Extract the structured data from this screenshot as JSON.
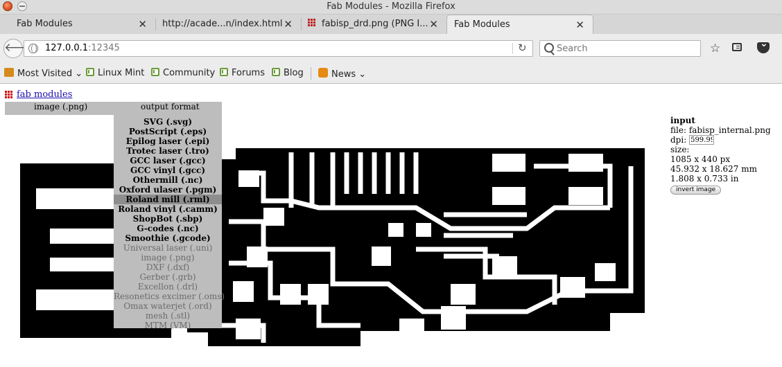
{
  "window": {
    "title": "Fab Modules - Mozilla Firefox"
  },
  "tabs": [
    {
      "label": "Fab Modules"
    },
    {
      "label": "http://acade...n/index.html"
    },
    {
      "label": "fabisp_drd.png (PNG I..."
    },
    {
      "label": "Fab Modules",
      "active": true
    }
  ],
  "navbar": {
    "url_host": "127.0.0.1",
    "url_port": ":12345",
    "search_placeholder": "Search"
  },
  "bookmarks": [
    {
      "label": "Most Visited",
      "icon": "folder-icon",
      "dropdown": true
    },
    {
      "label": "Linux Mint",
      "icon": "mint-icon"
    },
    {
      "label": "Community",
      "icon": "mint-icon"
    },
    {
      "label": "Forums",
      "icon": "mint-icon"
    },
    {
      "label": "Blog",
      "icon": "mint-icon"
    },
    {
      "label": "News",
      "icon": "rss-icon",
      "dropdown": true
    }
  ],
  "page": {
    "link": "fab modules",
    "input_format": "image (.png)",
    "output_format": "output format",
    "formats": [
      {
        "label": "SVG (.svg)",
        "enabled": true
      },
      {
        "label": "PostScript (.eps)",
        "enabled": true
      },
      {
        "label": "Epilog laser (.epi)",
        "enabled": true
      },
      {
        "label": "Trotec laser (.tro)",
        "enabled": true
      },
      {
        "label": "GCC laser (.gcc)",
        "enabled": true
      },
      {
        "label": "GCC vinyl (.gcc)",
        "enabled": true
      },
      {
        "label": "Othermill (.nc)",
        "enabled": true
      },
      {
        "label": "Oxford ulaser (.pgm)",
        "enabled": true
      },
      {
        "label": "Roland mill (.rml)",
        "enabled": true,
        "selected": true
      },
      {
        "label": "Roland vinyl (.camm)",
        "enabled": true
      },
      {
        "label": "ShopBot (.sbp)",
        "enabled": true
      },
      {
        "label": "G-codes (.nc)",
        "enabled": true
      },
      {
        "label": "Smoothie (.gcode)",
        "enabled": true
      },
      {
        "label": "Universal laser (.uni)",
        "enabled": false
      },
      {
        "label": "image (.png)",
        "enabled": false
      },
      {
        "label": "DXF (.dxf)",
        "enabled": false
      },
      {
        "label": "Gerber (.grb)",
        "enabled": false
      },
      {
        "label": "Excellon (.drl)",
        "enabled": false
      },
      {
        "label": "Resonetics excimer (.oms)",
        "enabled": false
      },
      {
        "label": "Omax waterjet (.ord)",
        "enabled": false
      },
      {
        "label": "mesh (.stl)",
        "enabled": false
      },
      {
        "label": "MTM (VM)",
        "enabled": false
      }
    ],
    "input_panel": {
      "heading": "input",
      "file_label": "file:",
      "file_name": "fabisp_internal.png",
      "dpi_label": "dpi:",
      "dpi_value": "599.99",
      "size_label": "size:",
      "size_px": "1085 x 440 px",
      "size_mm": "45.932 x 18.627 mm",
      "size_in": "1.808 x 0.733 in",
      "invert_label": "invert image"
    }
  }
}
